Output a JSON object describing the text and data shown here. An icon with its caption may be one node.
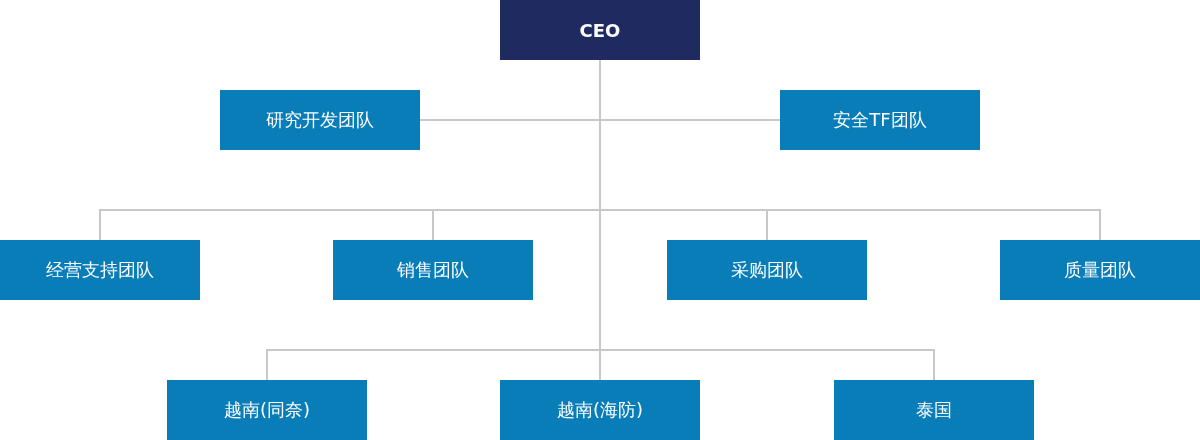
{
  "diagram": {
    "nodes": [
      {
        "text": [
          "CEO"
        ]
      },
      {
        "text": [
          "研究开发团队"
        ]
      },
      {
        "text": [
          "安全TF团队"
        ]
      },
      {
        "text": [
          "经营支持团队"
        ]
      },
      {
        "text": [
          "销售团队"
        ]
      },
      {
        "text": [
          "采购团队"
        ]
      },
      {
        "text": [
          "质量团队"
        ]
      },
      {
        "text": [
          "越南(同奈)"
        ]
      },
      {
        "text": [
          "越南(海防)"
        ]
      },
      {
        "text": [
          "泰国"
        ]
      }
    ],
    "edges": [
      {
        "from": 0,
        "to": 1,
        "arrow": "none"
      },
      {
        "from": 0,
        "to": 2,
        "arrow": "none"
      },
      {
        "from": 0,
        "to": 3,
        "arrow": "none"
      },
      {
        "from": 0,
        "to": 4,
        "arrow": "none"
      },
      {
        "from": 0,
        "to": 5,
        "arrow": "none"
      },
      {
        "from": 0,
        "to": 6,
        "arrow": "none"
      },
      {
        "from": 0,
        "to": 7,
        "arrow": "none"
      },
      {
        "from": 0,
        "to": 8,
        "arrow": "none"
      },
      {
        "from": 0,
        "to": 9,
        "arrow": "none"
      }
    ]
  }
}
